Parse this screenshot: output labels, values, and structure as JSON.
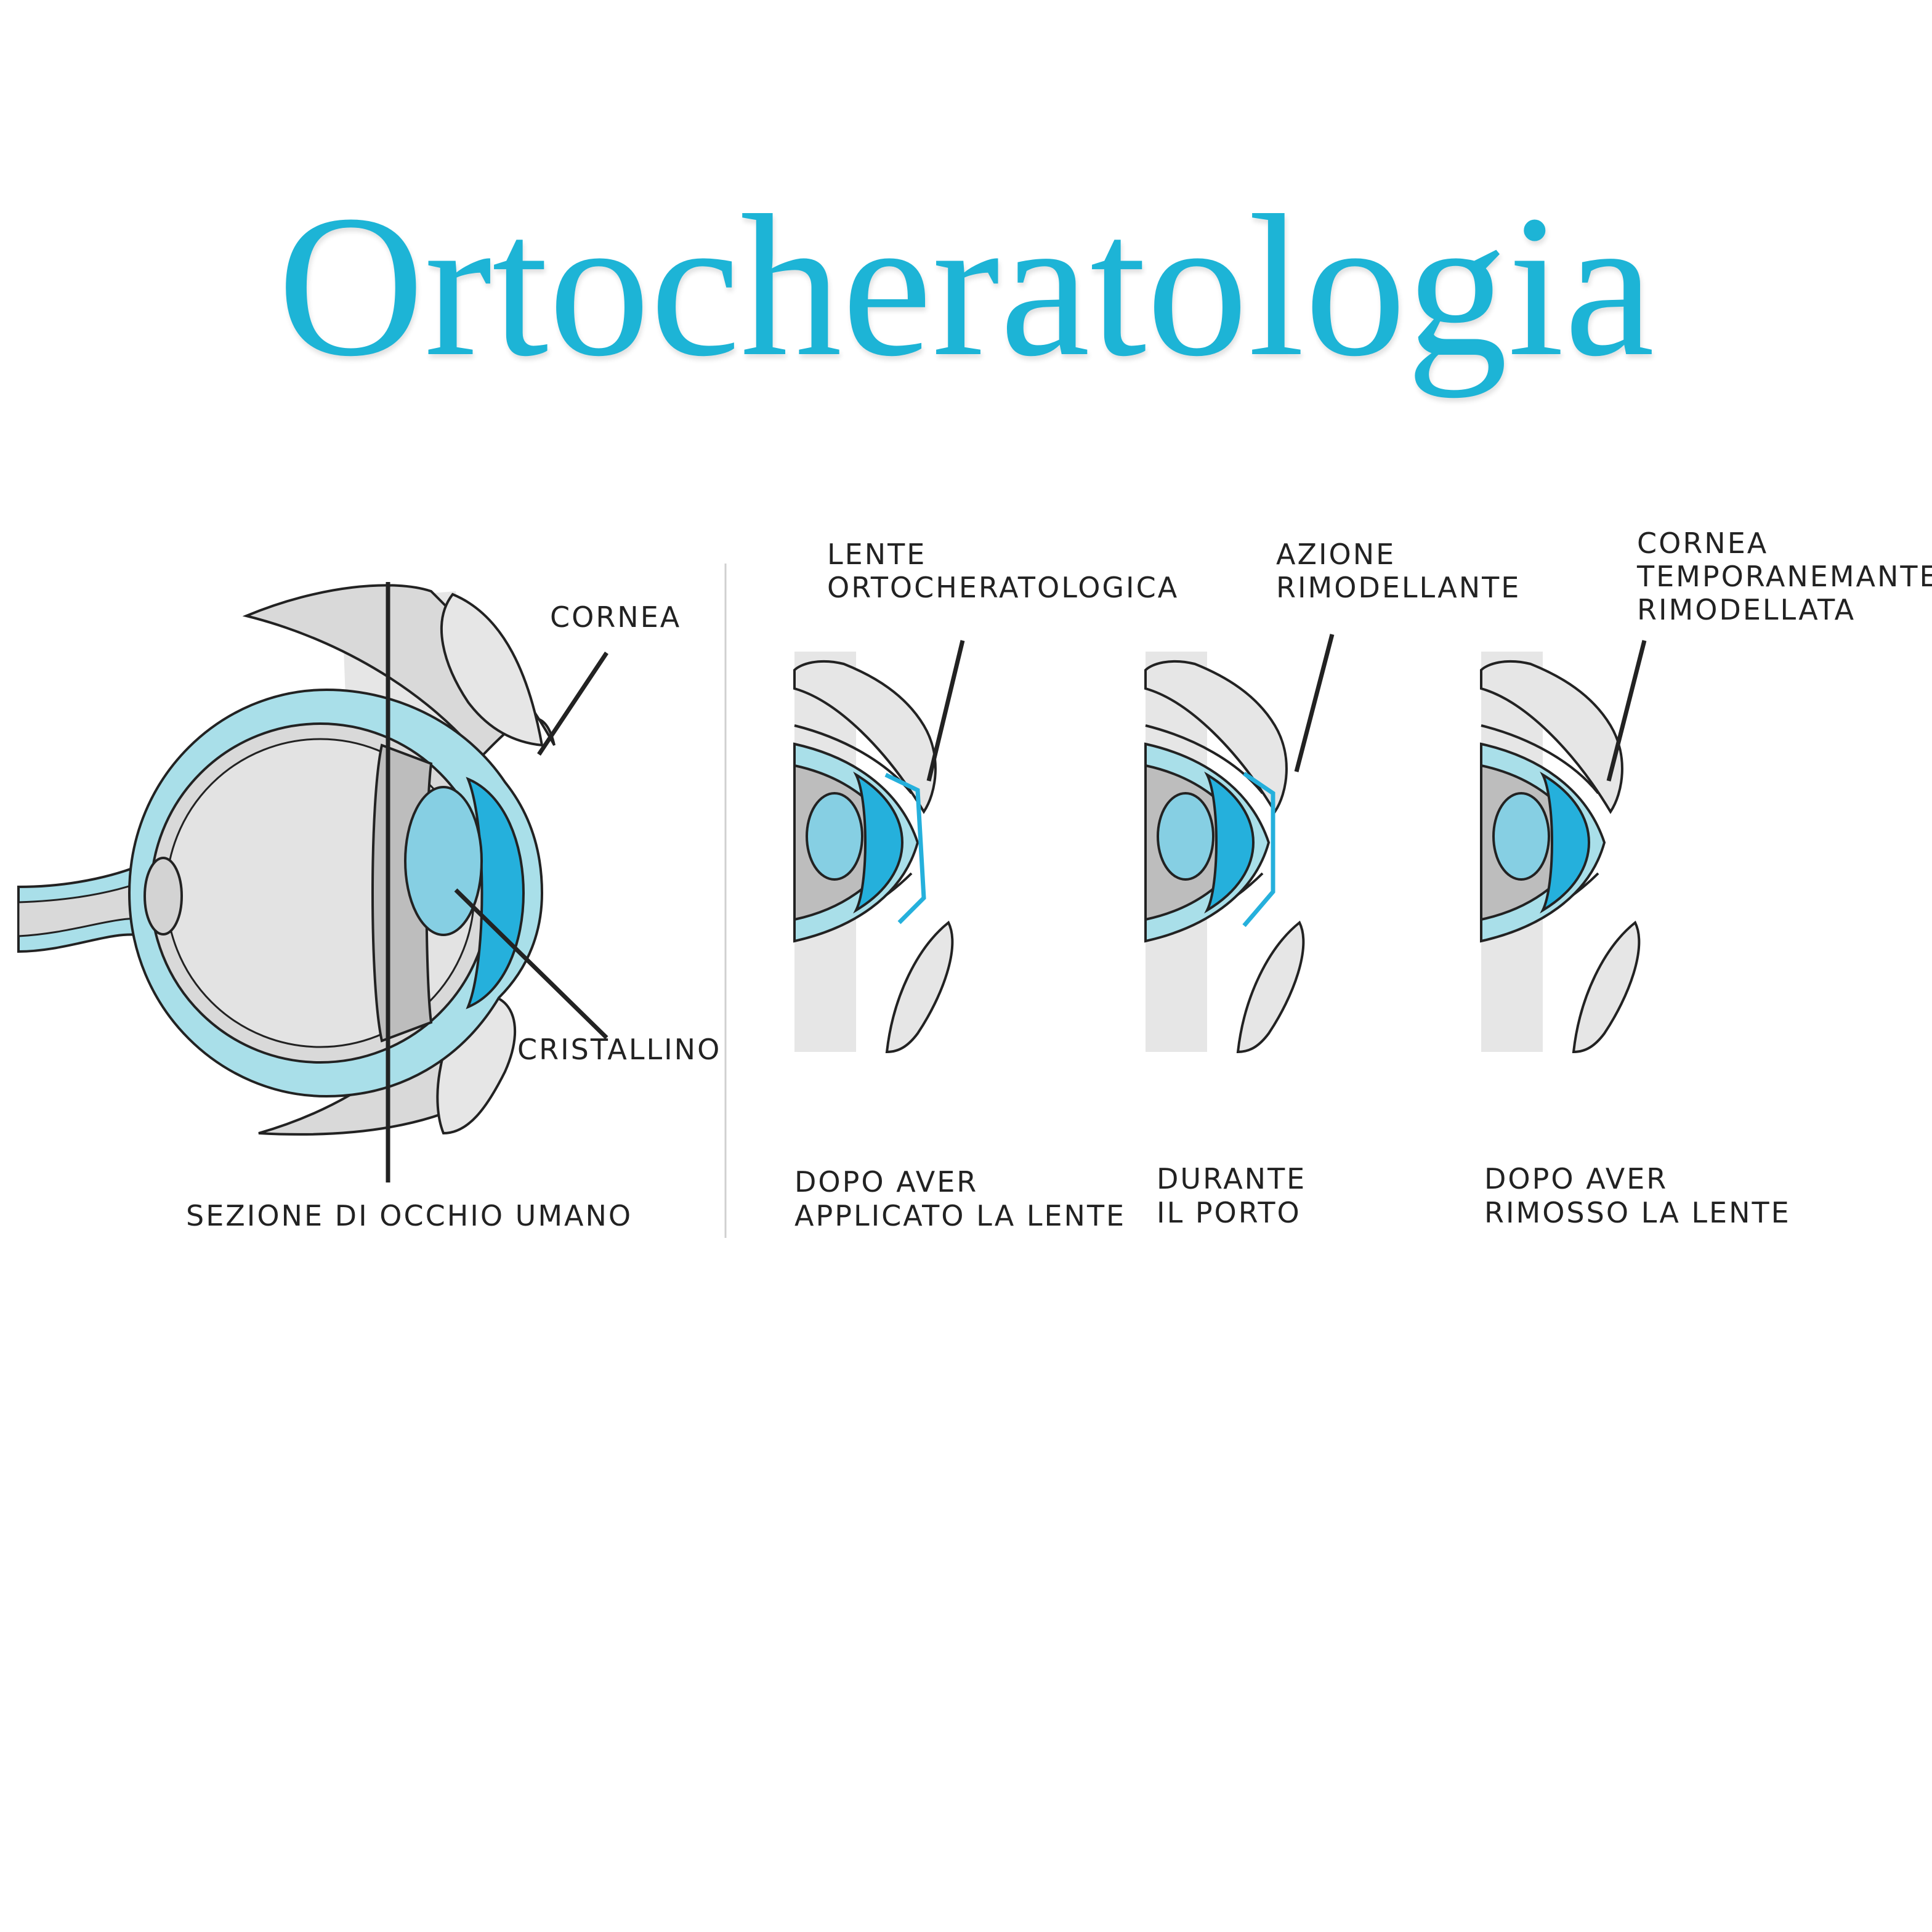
{
  "title": "Ortocheratologia",
  "colors": {
    "title": "#1db4d6",
    "tissue_blue": "#a9dfe9",
    "lens_light": "#86cfe3",
    "lens_dark": "#25b0dc",
    "lid_gray": "#e6e6e6",
    "outline": "#222222"
  },
  "left_panel": {
    "labels": {
      "cornea": "CORNEA",
      "cristallino": "CRISTALLINO",
      "caption": "SEZIONE DI OCCHIO UMANO"
    }
  },
  "panels": [
    {
      "label": [
        "LENTE",
        "ORTOCHERATOLOGICA"
      ],
      "caption": [
        "DOPO AVER",
        "APPLICATO LA LENTE"
      ]
    },
    {
      "label": [
        "AZIONE",
        "RIMODELLANTE"
      ],
      "caption": [
        "DURANTE",
        "IL PORTO"
      ]
    },
    {
      "label": [
        "CORNEA",
        "TEMPORANEMANTE",
        "RIMODELLATA"
      ],
      "caption": [
        "DOPO AVER",
        "RIMOSSO LA LENTE"
      ]
    }
  ]
}
